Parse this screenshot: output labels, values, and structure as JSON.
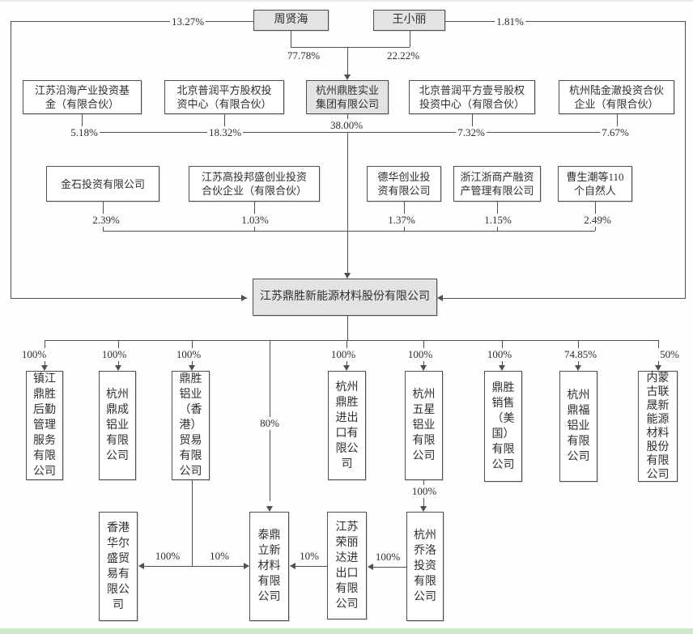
{
  "diagram": {
    "type": "ownership-structure-chart",
    "top_shareholders": [
      {
        "name": "周贤海",
        "share_in_group": "77.78%",
        "share_in_main": "13.27%"
      },
      {
        "name": "王小丽",
        "share_in_group": "22.22%",
        "share_in_main": "1.81%"
      }
    ],
    "tier2": [
      {
        "name": "江苏沿海产业投资基金（有限合伙）",
        "pct": "5.18%"
      },
      {
        "name": "北京普润平方股权投资中心（有限合伙）",
        "pct": "18.32%"
      },
      {
        "name": "杭州鼎胜实业集团有限公司",
        "pct": "38.00%"
      },
      {
        "name": "北京普润平方壹号股权投资中心（有限合伙）",
        "pct": "7.32%"
      },
      {
        "name": "杭州陆金澈投资合伙企业（有限合伙）",
        "pct": "7.67%"
      }
    ],
    "tier3": [
      {
        "name": "金石投资有限公司",
        "pct": "2.39%"
      },
      {
        "name": "江苏高投邦盛创业投资合伙企业（有限合伙）",
        "pct": "1.03%"
      },
      {
        "name": "德华创业投资有限公司",
        "pct": "1.37%"
      },
      {
        "name": "浙江浙商产融资产管理有限公司",
        "pct": "1.15%"
      },
      {
        "name": "曹生潮等110个自然人",
        "pct": "2.49%"
      }
    ],
    "main_company": {
      "name": "江苏鼎胜新能源材料股份有限公司"
    },
    "subsidiaries": [
      {
        "name": "镇江鼎胜后勤管理服务有限公司",
        "pct": "100%"
      },
      {
        "name": "杭州鼎成铝业有限公司",
        "pct": "100%"
      },
      {
        "name": "鼎胜铝业（香港）贸易有限公司",
        "pct": "100%"
      },
      {
        "name": "杭州鼎胜进出口有限公司",
        "pct": "100%"
      },
      {
        "name": "杭州五星铝业有限公司",
        "pct": "100%"
      },
      {
        "name": "鼎胜销售（美国）有限公司",
        "pct": "100%"
      },
      {
        "name": "杭州鼎福铝业有限公司",
        "pct": "74.85%"
      },
      {
        "name": "内蒙古联晟新能源材料股份有限公司",
        "pct": "50%"
      }
    ],
    "lower_tier": [
      {
        "name": "香港华尔盛贸易有限公司"
      },
      {
        "name": "泰鼎立新材料有限公司"
      },
      {
        "name": "江苏荣丽达进出口有限公司"
      },
      {
        "name": "杭州乔洛投资有限公司"
      }
    ],
    "links": {
      "main_to_taiding": "80%",
      "hk_to_huaersheng": "100%",
      "hk_to_taiding": "10%",
      "ronglida_to_taiding": "10%",
      "qiaoluo_to_ronglida": "100%",
      "wuxing_to_qiaoluo": "100%"
    },
    "colors": {
      "highlight_fill": "#e3e3e3",
      "line": "#4f4f4f",
      "footer_bar": "#cfe8cc"
    }
  }
}
